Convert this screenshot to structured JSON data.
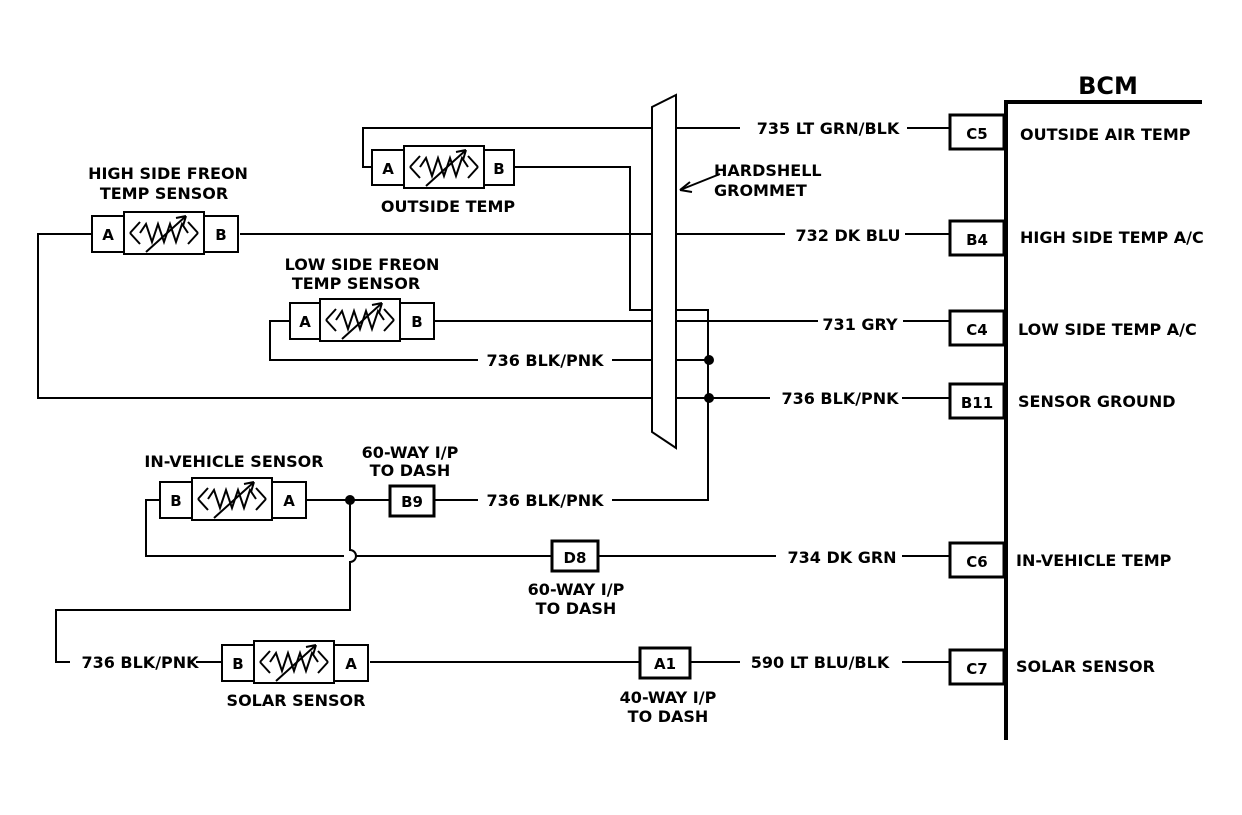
{
  "bcm": {
    "title": "BCM",
    "pins": [
      {
        "pin": "C5",
        "function": "OUTSIDE AIR TEMP"
      },
      {
        "pin": "B4",
        "function": "HIGH SIDE TEMP  A/C"
      },
      {
        "pin": "C4",
        "function": "LOW SIDE TEMP  A/C"
      },
      {
        "pin": "B11",
        "function": "SENSOR GROUND"
      },
      {
        "pin": "C6",
        "function": "IN-VEHICLE TEMP"
      },
      {
        "pin": "C7",
        "function": "SOLAR SENSOR"
      }
    ]
  },
  "wires": {
    "w735": "735 LT GRN/BLK",
    "w732": "732 DK BLU",
    "w731": "731 GRY",
    "w736_low": "736 BLK/PNK",
    "w736_ground": "736 BLK/PNK",
    "w736_invehicle": "736 BLK/PNK",
    "w734": "734 DK GRN",
    "w736_solar": "736 BLK/PNK",
    "w590": "590 LT BLU/BLK"
  },
  "sensors": {
    "outside_temp": {
      "label": "OUTSIDE TEMP",
      "pin_a": "A",
      "pin_b": "B"
    },
    "high_side": {
      "label_line1": "HIGH SIDE FREON",
      "label_line2": "TEMP SENSOR",
      "pin_a": "A",
      "pin_b": "B"
    },
    "low_side": {
      "label_line1": "LOW SIDE FREON",
      "label_line2": "TEMP SENSOR",
      "pin_a": "A",
      "pin_b": "B"
    },
    "in_vehicle": {
      "label": "IN-VEHICLE SENSOR",
      "pin_a": "A",
      "pin_b": "B"
    },
    "solar": {
      "label": "SOLAR SENSOR",
      "pin_a": "A",
      "pin_b": "B"
    }
  },
  "grommet": {
    "line1": "HARDSHELL",
    "line2": "GROMMET"
  },
  "connectors": {
    "b9": {
      "pin": "B9",
      "line1": "60-WAY I/P",
      "line2": "TO DASH"
    },
    "d8": {
      "pin": "D8",
      "line1": "60-WAY I/P",
      "line2": "TO DASH"
    },
    "a1": {
      "pin": "A1",
      "line1": "40-WAY I/P",
      "line2": "TO DASH"
    }
  }
}
